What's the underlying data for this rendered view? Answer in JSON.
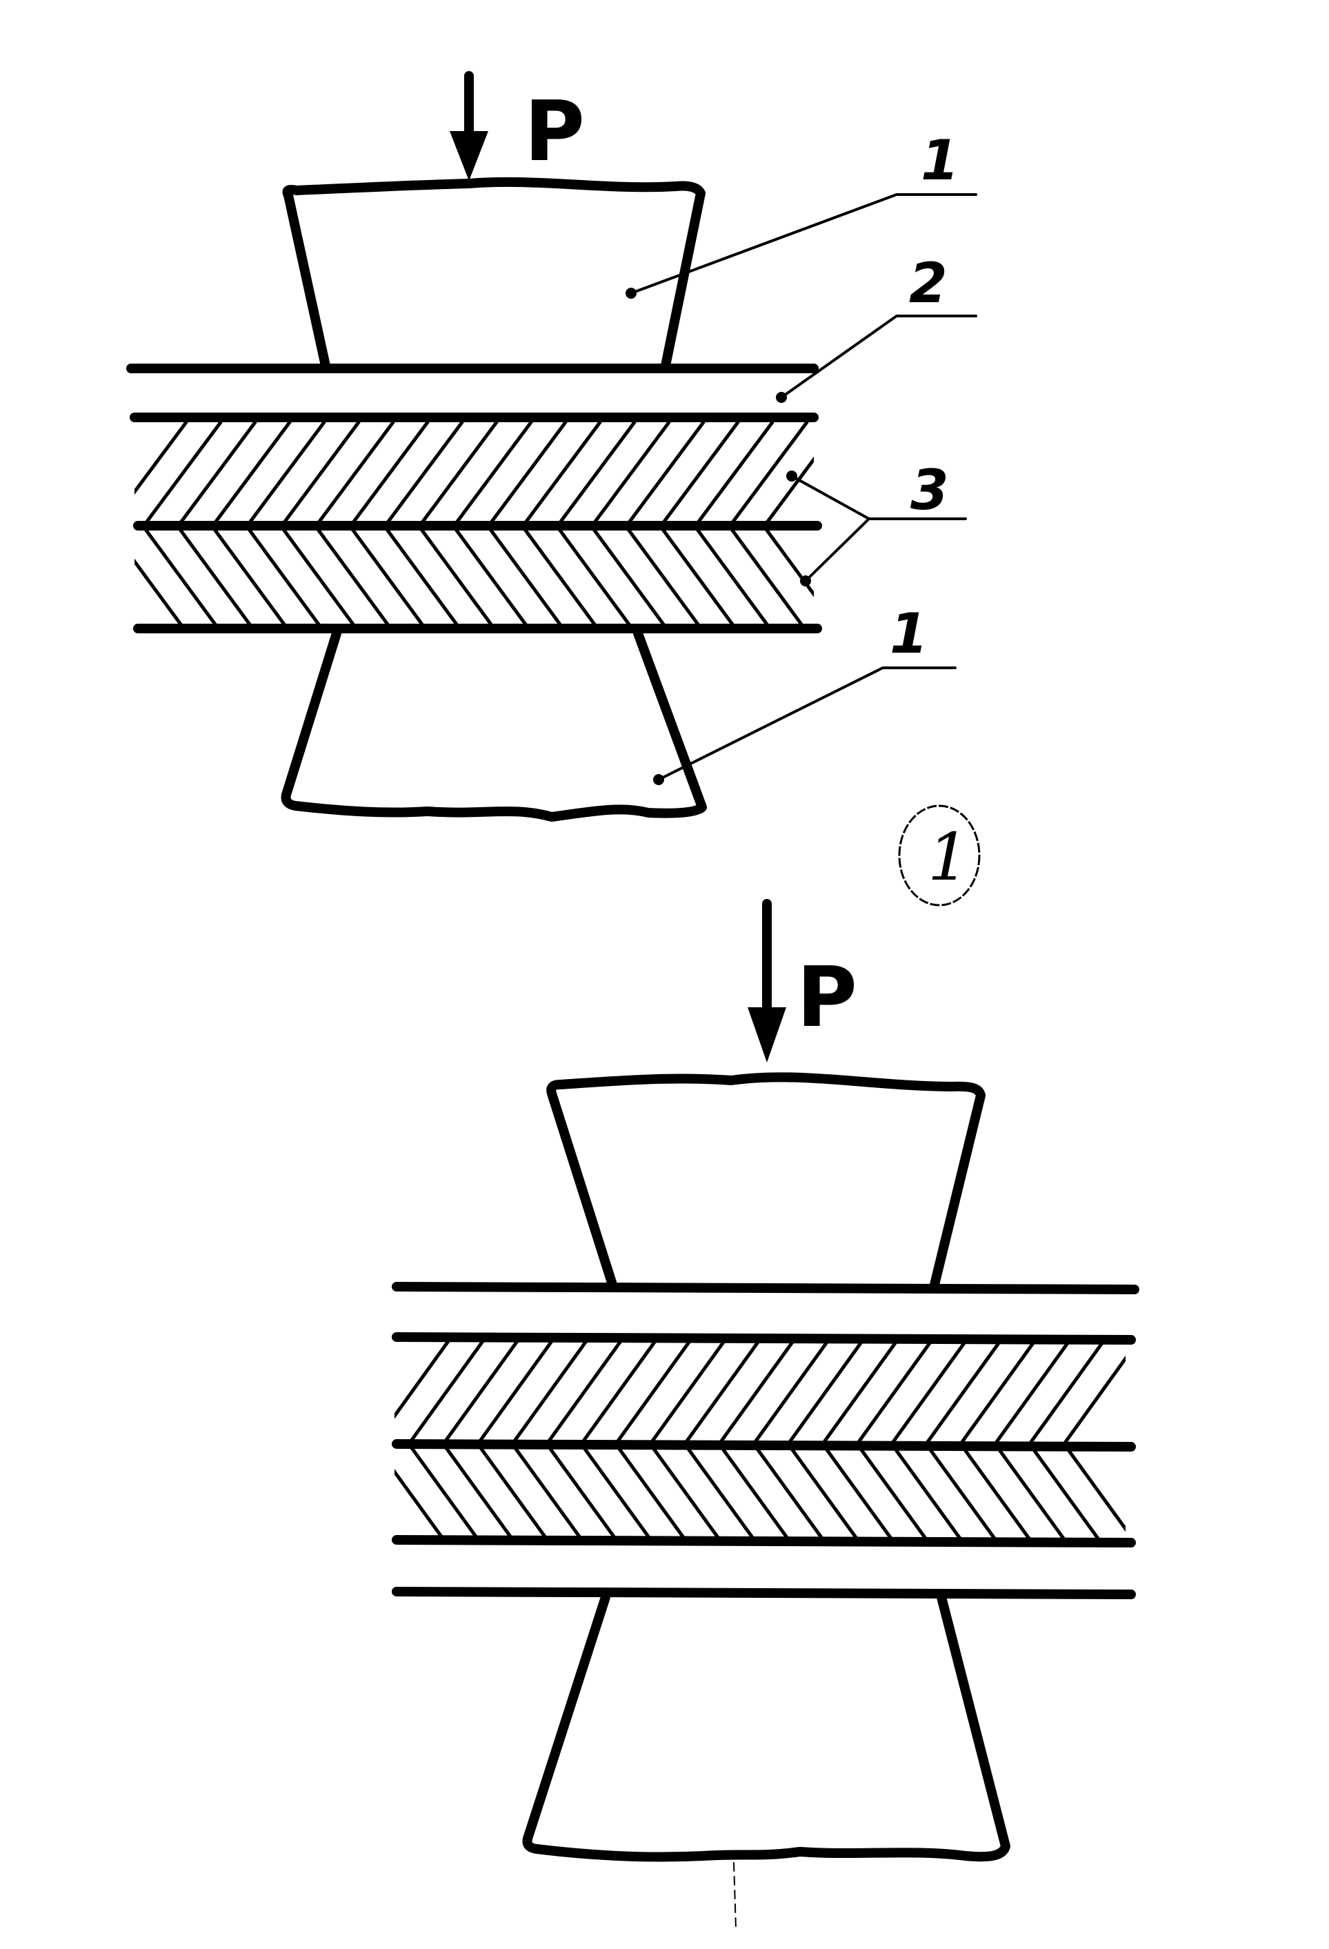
{
  "figure": {
    "number": "1",
    "force_label": "P",
    "ink_color": "#000000",
    "background_color": "#ffffff"
  },
  "top_diagram": {
    "labels": {
      "electrode": "1",
      "outer_sheet": "2",
      "composite_layers": "3",
      "electrode_bottom": "1"
    }
  },
  "bottom_diagram": {
    "force_label": "P"
  }
}
